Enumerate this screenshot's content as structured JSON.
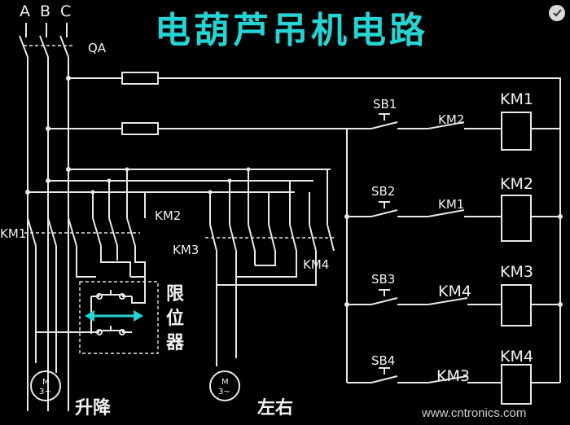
{
  "title": "电葫芦吊机电路",
  "phases": [
    "A",
    "B",
    "C"
  ],
  "breaker": "QA",
  "contactors": {
    "km1": "KM1",
    "km2": "KM2",
    "km3": "KM3",
    "km4": "KM4"
  },
  "limit_switch": [
    "限",
    "位",
    "器"
  ],
  "motors": {
    "hoist_caption": "升降",
    "travel_caption": "左右",
    "motor_symbol": "M",
    "motor_sub": "3~"
  },
  "control_rows": [
    {
      "button": "SB1",
      "interlock": "KM2",
      "coil": "KM1"
    },
    {
      "button": "SB2",
      "interlock": "KM1",
      "coil": "KM2"
    },
    {
      "button": "SB3",
      "interlock": "KM4",
      "coil": "KM3"
    },
    {
      "button": "SB4",
      "interlock": "KM3",
      "coil": "KM4"
    }
  ],
  "watermark": "www.cntronics.com",
  "colors": {
    "background": "#000000",
    "wire": "#e8e8e8",
    "title": "#27d4d4",
    "arrow": "#27d4d4"
  }
}
